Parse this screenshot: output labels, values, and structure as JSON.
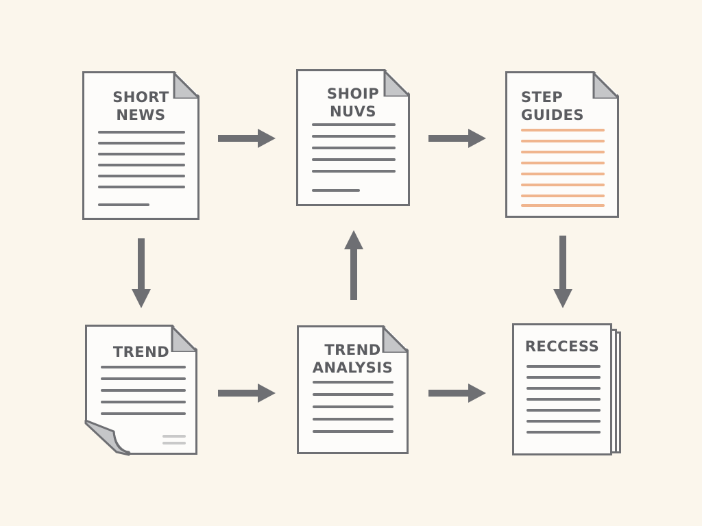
{
  "documents": [
    {
      "id": "short-news",
      "title_lines": [
        "SHORT",
        "NEWS"
      ]
    },
    {
      "id": "shoip-nuvs",
      "title_lines": [
        "SHOIP",
        "NUVS"
      ]
    },
    {
      "id": "step-guides",
      "title_lines": [
        "STEP",
        "GUIDES"
      ]
    },
    {
      "id": "trend",
      "title_lines": [
        "TREND"
      ]
    },
    {
      "id": "trend-analysis",
      "title_lines": [
        "TREND",
        "ANALYSIS"
      ]
    },
    {
      "id": "reccess",
      "title_lines": [
        "RECCESS"
      ]
    }
  ],
  "connections": [
    {
      "from": "short-news",
      "to": "shoip-nuvs",
      "direction": "right"
    },
    {
      "from": "shoip-nuvs",
      "to": "step-guides",
      "direction": "right"
    },
    {
      "from": "short-news",
      "to": "trend",
      "direction": "down"
    },
    {
      "from": "trend-analysis",
      "to": "shoip-nuvs",
      "direction": "up"
    },
    {
      "from": "step-guides",
      "to": "reccess",
      "direction": "down"
    },
    {
      "from": "trend",
      "to": "trend-analysis",
      "direction": "right"
    },
    {
      "from": "trend-analysis",
      "to": "reccess",
      "direction": "right"
    }
  ],
  "colors": {
    "background": "#fbf6ec",
    "outline": "#6e6f73",
    "text": "#5b5c60",
    "highlight_lines": "#f0b58e"
  }
}
